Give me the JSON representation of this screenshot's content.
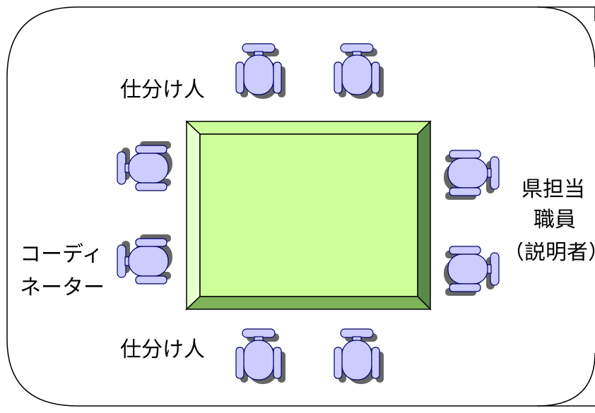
{
  "labels": {
    "sorter_top": "仕分け人",
    "sorter_bottom": "仕分け人",
    "coordinator_line1": "コーディ",
    "coordinator_line2": "ネーター",
    "staff_line1": "県担当",
    "staff_line2": "職員",
    "staff_line3": "（説明者）"
  },
  "colors": {
    "table_top": "#ccff99",
    "table_bevel_light": "#e6ffcc",
    "table_bevel_dark": "#5a8a4a",
    "chair": "#ccccff",
    "chair_shadow": "#666666",
    "frame": "#000000"
  },
  "icons": [
    "chair-icon"
  ]
}
